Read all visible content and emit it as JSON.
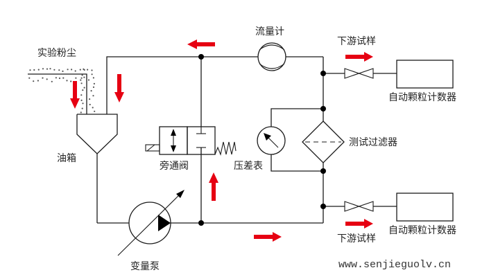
{
  "diagram": {
    "type": "hydraulic-filter-test-schematic",
    "labels": {
      "dust_input": "实验粉尘",
      "oil_tank": "油箱",
      "bypass_valve": "旁通阀",
      "variable_pump": "变量泵",
      "flow_meter": "流量计",
      "diff_pressure_gauge": "压差表",
      "test_filter": "测试过滤器",
      "downstream_sample_top": "下游试样",
      "downstream_sample_bottom": "下游试样",
      "particle_counter_top": "自动颗粒计数器",
      "particle_counter_bottom": "自动颗粒计数器"
    },
    "watermark": "www.senjieguolv.cn",
    "flow_arrows": [
      {
        "id": "dust-down",
        "direction": "down"
      },
      {
        "id": "return-down",
        "direction": "down"
      },
      {
        "id": "top-line-left",
        "direction": "left"
      },
      {
        "id": "bypass-up",
        "direction": "up"
      },
      {
        "id": "bottom-line-right",
        "direction": "right"
      },
      {
        "id": "sample-top-right",
        "direction": "right"
      },
      {
        "id": "sample-bottom-right",
        "direction": "right"
      }
    ],
    "colors": {
      "line": "#1a1a1a",
      "flow_arrow": "#e60012"
    }
  }
}
